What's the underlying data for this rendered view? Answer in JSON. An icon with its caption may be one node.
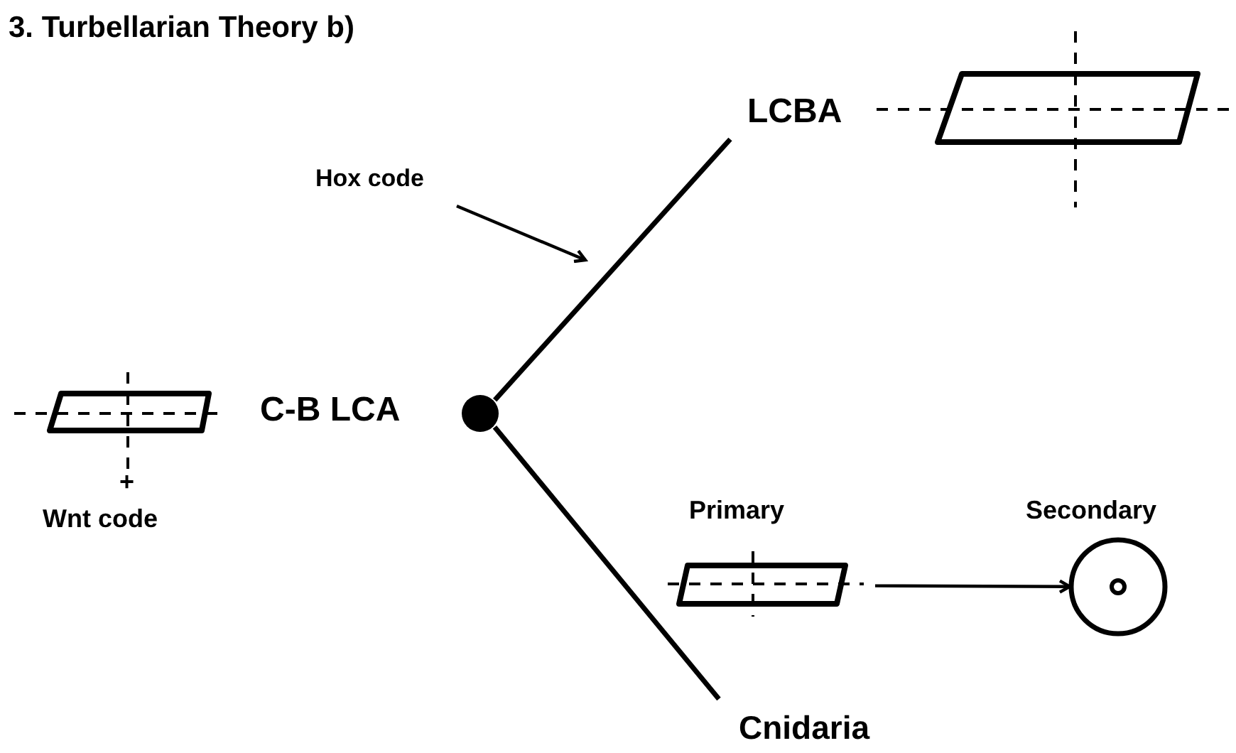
{
  "diagram": {
    "title": "3. Turbellarian Theory b)",
    "nodes": [
      {
        "text": [
          "LCBA"
        ]
      },
      {
        "text": [],
        "shape": "parallelogram"
      },
      {
        "text": [
          "Hox code"
        ]
      },
      {
        "text": [],
        "shape": "parallelogram"
      },
      {
        "text": [],
        "shape": "circle",
        "beside": [
          "C-B LCA"
        ]
      },
      {
        "text": [
          "Primary"
        ]
      },
      {
        "text": [
          "Secondary"
        ]
      },
      {
        "text": [
          "Cnidaria"
        ]
      }
    ],
    "edges": [
      {
        "from": 4,
        "to": 0,
        "arrow": "none"
      },
      {
        "from": 4,
        "to": 7,
        "arrow": "none"
      },
      {
        "from": 2,
        "to": null,
        "arrow": "to"
      },
      {
        "from": 5,
        "to": 6,
        "arrow": "to"
      }
    ],
    "labels": [
      "+",
      "Wnt code"
    ]
  }
}
